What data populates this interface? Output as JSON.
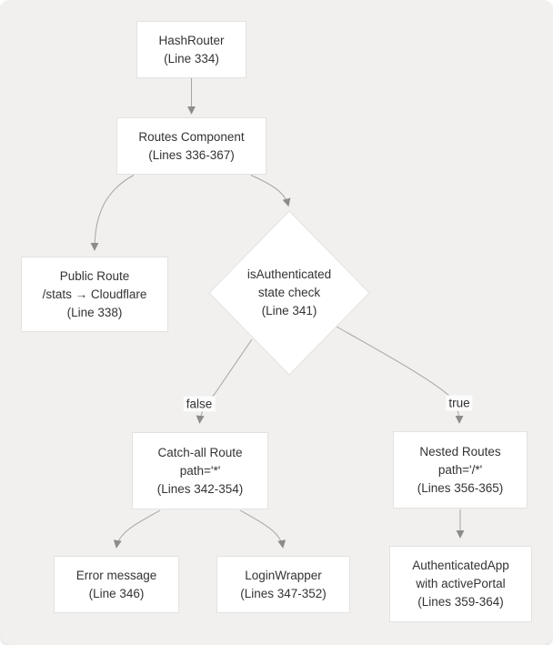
{
  "diagram": {
    "type": "flowchart",
    "nodes": {
      "hashrouter": {
        "lines": [
          "HashRouter",
          "(Line 334)"
        ]
      },
      "routes_component": {
        "lines": [
          "Routes Component",
          "(Lines 336-367)"
        ]
      },
      "public_route": {
        "lines": [
          "Public Route",
          "/stats → Cloudflare",
          "(Line 338)"
        ]
      },
      "auth_check": {
        "shape": "diamond",
        "lines": [
          "isAuthenticated",
          "state check",
          "(Line 341)"
        ]
      },
      "catch_all_route": {
        "lines": [
          "Catch-all Route",
          "path='*'",
          "(Lines 342-354)"
        ]
      },
      "nested_routes": {
        "lines": [
          "Nested Routes",
          "path='/*'",
          "(Lines 356-365)"
        ]
      },
      "error_message": {
        "lines": [
          "Error message",
          "(Line 346)"
        ]
      },
      "login_wrapper": {
        "lines": [
          "LoginWrapper",
          "(Lines 347-352)"
        ]
      },
      "authenticated_app": {
        "lines": [
          "AuthenticatedApp",
          "with activePortal",
          "(Lines 359-364)"
        ]
      }
    },
    "edges": [
      {
        "from": "hashrouter",
        "to": "routes_component",
        "label": ""
      },
      {
        "from": "routes_component",
        "to": "public_route",
        "label": ""
      },
      {
        "from": "routes_component",
        "to": "auth_check",
        "label": ""
      },
      {
        "from": "auth_check",
        "to": "catch_all_route",
        "label": "false"
      },
      {
        "from": "auth_check",
        "to": "nested_routes",
        "label": "true"
      },
      {
        "from": "catch_all_route",
        "to": "error_message",
        "label": ""
      },
      {
        "from": "catch_all_route",
        "to": "login_wrapper",
        "label": ""
      },
      {
        "from": "nested_routes",
        "to": "authenticated_app",
        "label": ""
      }
    ],
    "edge_labels": {
      "false_label": "false",
      "true_label": "true"
    },
    "colors": {
      "background": "#f1f0ee",
      "surround": "#ffffff",
      "node_fill": "#ffffff",
      "node_border": "#e3e2e0",
      "edge_line": "#a6a5a3",
      "arrowhead": "#8c8c8c",
      "text": "#333333",
      "label_bg": "#fcfcfc"
    }
  }
}
